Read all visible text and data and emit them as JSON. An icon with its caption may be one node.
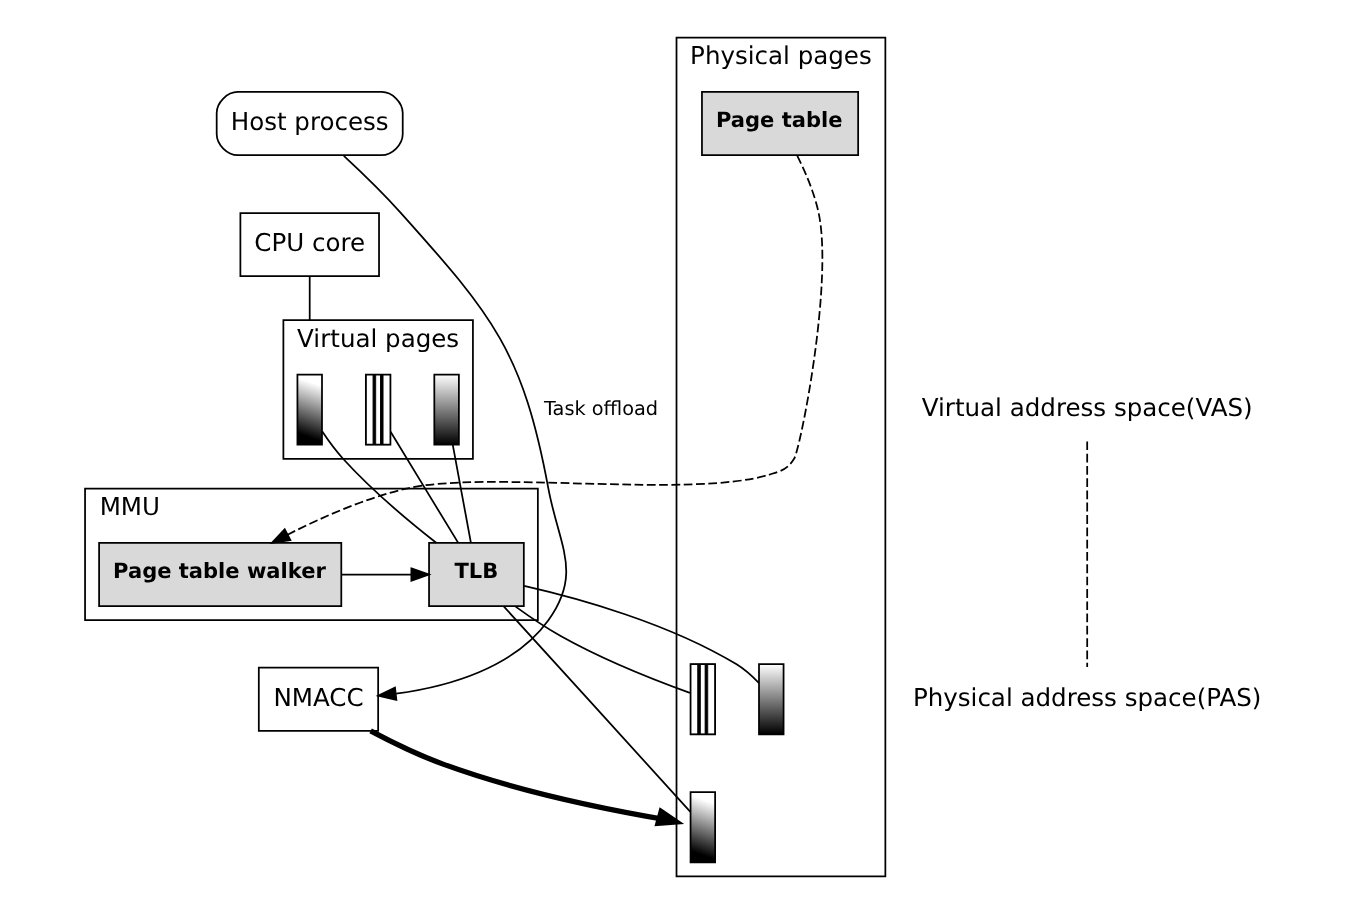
{
  "diagram": {
    "nodes": [
      {
        "text": [
          "Host process"
        ]
      },
      {
        "text": [
          "CPU core"
        ]
      },
      {
        "text": [
          "Virtual pages"
        ]
      },
      {
        "text": [],
        "shape": "bar",
        "in": 2
      },
      {
        "text": [],
        "shape": "bar",
        "in": 2
      },
      {
        "text": [],
        "shape": "bar",
        "in": 2
      },
      {
        "text": [
          "MMU"
        ]
      },
      {
        "text": [
          "TLB"
        ],
        "in": 6
      },
      {
        "text": [
          "Page table walker"
        ],
        "in": 6
      },
      {
        "text": [
          "NMACC"
        ]
      },
      {
        "text": [
          "Physical pages"
        ]
      },
      {
        "text": [],
        "shape": "bar",
        "in": 10
      },
      {
        "text": [],
        "shape": "bar",
        "in": 10
      },
      {
        "text": [
          "Page table"
        ],
        "in": 10
      },
      {
        "text": [],
        "shape": "bar",
        "in": 10
      }
    ],
    "edges": [
      {
        "from": 1,
        "to": 2,
        "arrow": "none"
      },
      {
        "from": 0,
        "to": 9,
        "arrow": "to",
        "label": "Task offload"
      },
      {
        "from": 3,
        "to": 7,
        "arrow": "none"
      },
      {
        "from": 4,
        "to": 7,
        "arrow": "none"
      },
      {
        "from": 5,
        "to": 7,
        "arrow": "none"
      },
      {
        "from": 8,
        "to": 7,
        "arrow": "to"
      },
      {
        "from": 13,
        "to": 8,
        "arrow": "to",
        "style": "dashed"
      },
      {
        "from": 7,
        "to": 11,
        "arrow": "none"
      },
      {
        "from": 7,
        "to": 12,
        "arrow": "none"
      },
      {
        "from": 7,
        "to": 14,
        "arrow": "none"
      },
      {
        "from": 9,
        "to": 10,
        "arrow": "to",
        "style": "thick"
      }
    ],
    "labels": [
      "Virtual address space(VAS)",
      "Physical address space(PAS)"
    ]
  }
}
